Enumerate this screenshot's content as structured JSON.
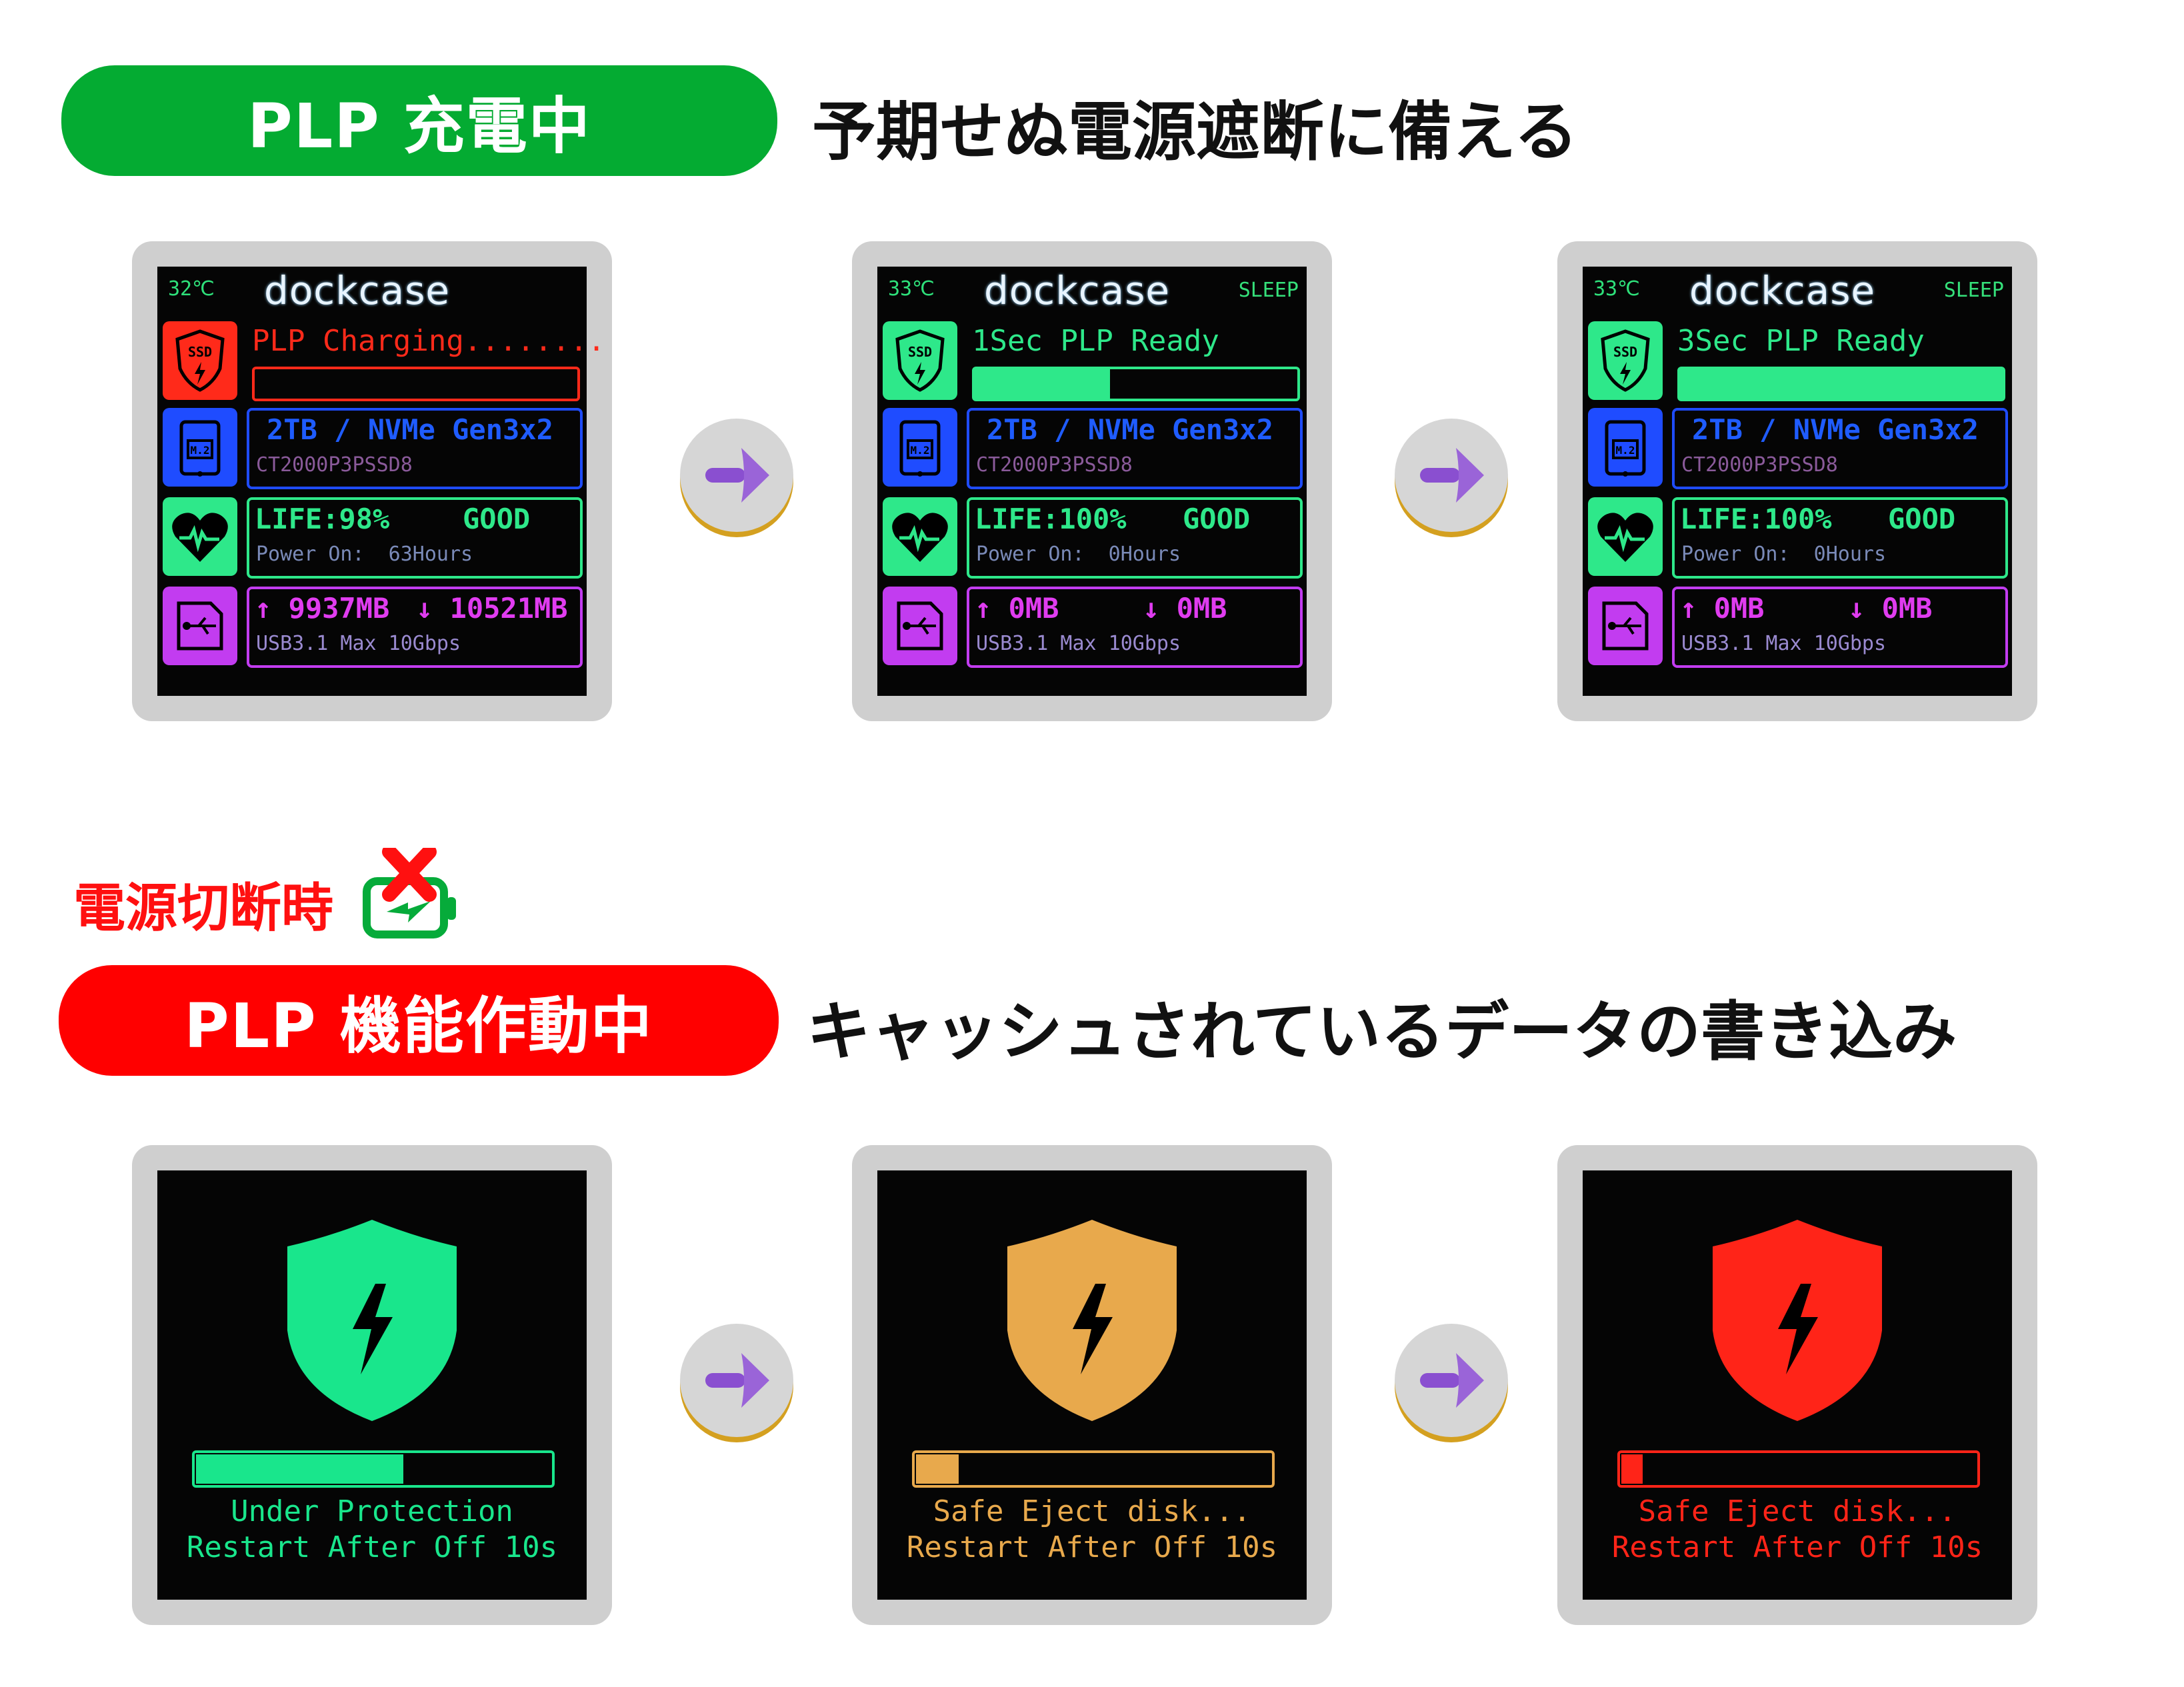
{
  "section1": {
    "pill_label": "PLP 充電中",
    "pill_color": "#04ab32",
    "headline": "予期せぬ電源遮断に備える"
  },
  "section2": {
    "warning_label": "電源切断時",
    "warning_color": "#ff0000",
    "pill_label": "PLP 機能作動中",
    "pill_color": "#ff0000",
    "headline": "キャッシュされているデータの書き込み"
  },
  "colors": {
    "green": "#2ee88a",
    "blue": "#1f4cff",
    "purple": "#c23cf0",
    "red": "#ff2a1a",
    "amber": "#e6a84a",
    "arrow_purple": "#8a4fd0",
    "frame_gray": "#cfcfcf"
  },
  "top_screens": [
    {
      "temperature": "32℃",
      "brand": "dockcase",
      "sleep_label": "",
      "plp_text": "PLP Charging........",
      "plp_color": "#ff2a1a",
      "plp_progress_pct": 0,
      "drive_capacity": "2TB / NVMe Gen3x2",
      "drive_model": "CT2000P3PSSD8",
      "life": "LIFE:98%",
      "health": "GOOD",
      "power_on": "Power On:  63Hours",
      "upload": "↑ 9937MB",
      "download": "↓ 10521MB",
      "usb_info": "USB3.1 Max 10Gbps"
    },
    {
      "temperature": "33℃",
      "brand": "dockcase",
      "sleep_label": "SLEEP",
      "plp_text": "1Sec PLP Ready",
      "plp_color": "#2ee88a",
      "plp_progress_pct": 42,
      "drive_capacity": "2TB / NVMe Gen3x2",
      "drive_model": "CT2000P3PSSD8",
      "life": "LIFE:100%",
      "health": "GOOD",
      "power_on": "Power On:  0Hours",
      "upload": "↑ 0MB",
      "download": "↓ 0MB",
      "usb_info": "USB3.1 Max 10Gbps"
    },
    {
      "temperature": "33℃",
      "brand": "dockcase",
      "sleep_label": "SLEEP",
      "plp_text": "3Sec PLP Ready",
      "plp_color": "#2ee88a",
      "plp_progress_pct": 100,
      "drive_capacity": "2TB / NVMe Gen3x2",
      "drive_model": "CT2000P3PSSD8",
      "life": "LIFE:100%",
      "health": "GOOD",
      "power_on": "Power On:  0Hours",
      "upload": "↑ 0MB",
      "download": "↓ 0MB",
      "usb_info": "USB3.1 Max 10Gbps"
    }
  ],
  "bottom_screens": [
    {
      "color": "#19e68c",
      "progress_pct": 58,
      "line1": "Under Protection",
      "line2": "Restart After Off 10s"
    },
    {
      "color": "#e8a94c",
      "progress_pct": 12,
      "line1": "Safe Eject disk...",
      "line2": "Restart After Off 10s"
    },
    {
      "color": "#ff2418",
      "progress_pct": 6,
      "line1": "Safe Eject disk...",
      "line2": "Restart After Off 10s"
    }
  ],
  "icons": {
    "ssd_shield": "shield-ssd-icon",
    "m2": "m2-card-icon",
    "heart": "heartbeat-icon",
    "usb": "usb-icon",
    "arrow": "arrow-right-icon",
    "battery_off": "battery-disconnected-icon",
    "big_shield": "shield-bolt-icon"
  }
}
